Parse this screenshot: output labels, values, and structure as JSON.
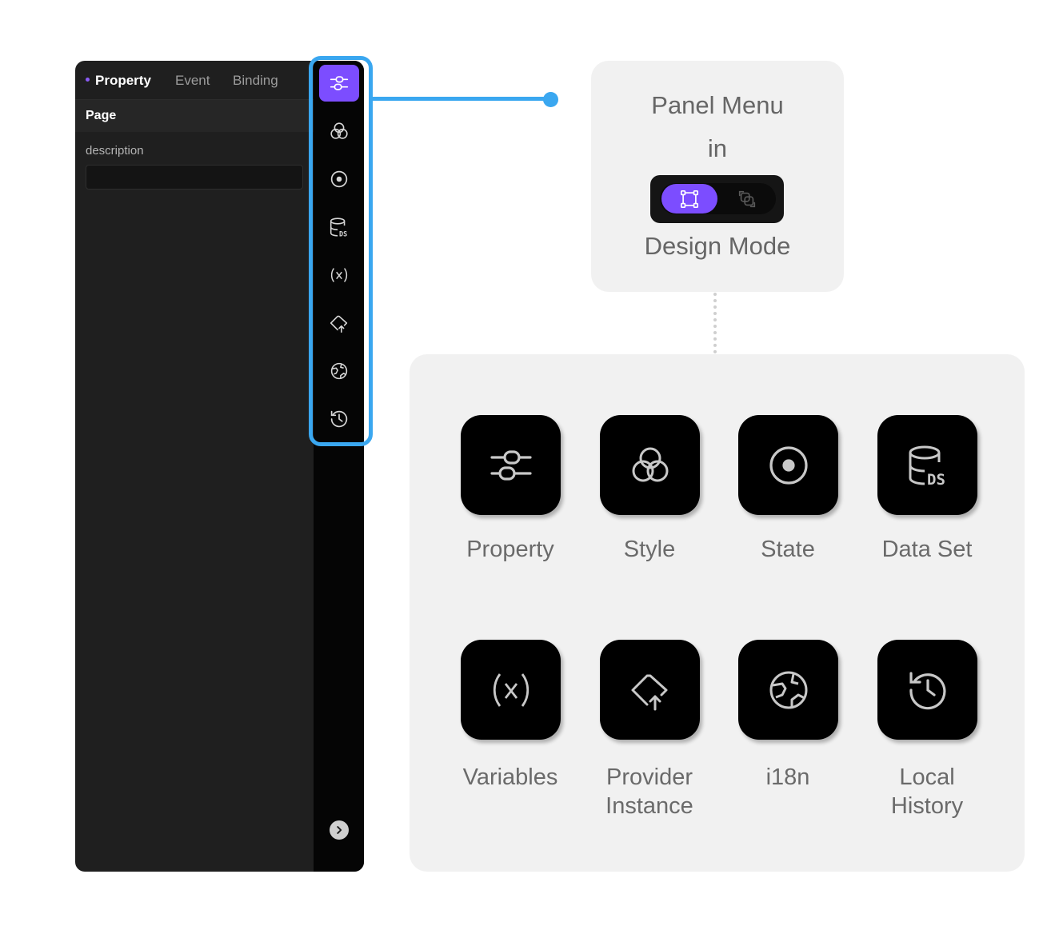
{
  "panel": {
    "tabs": [
      "Property",
      "Event",
      "Binding"
    ],
    "section_title": "Page",
    "field_label": "description",
    "field_value": "",
    "rail_icons": [
      "property-icon",
      "style-icon",
      "state-icon",
      "data-set-icon",
      "variables-icon",
      "provider-instance-icon",
      "i18n-icon",
      "local-history-icon"
    ],
    "expand_icon": "chevron-right-icon"
  },
  "menu_card": {
    "title": "Panel Menu",
    "connector": "in",
    "mode_label": "Design Mode",
    "modes": [
      "design-mode-icon",
      "other-mode-icon"
    ]
  },
  "grid": {
    "items": [
      {
        "label": "Property",
        "icon": "property-icon"
      },
      {
        "label": "Style",
        "icon": "style-icon"
      },
      {
        "label": "State",
        "icon": "state-icon"
      },
      {
        "label": "Data Set",
        "icon": "data-set-icon"
      },
      {
        "label": "Variables",
        "icon": "variables-icon"
      },
      {
        "label": "Provider Instance",
        "label_lines": [
          "Provider",
          "Instance"
        ],
        "icon": "provider-instance-icon"
      },
      {
        "label": "i18n",
        "icon": "i18n-icon"
      },
      {
        "label": "Local History",
        "label_lines": [
          "Local",
          "History"
        ],
        "icon": "local-history-icon"
      }
    ]
  },
  "colors": {
    "accent": "#7c4dff",
    "highlight": "#3aa7f0",
    "panel_bg": "#1f1f1f",
    "card_bg": "#f1f1f1"
  }
}
